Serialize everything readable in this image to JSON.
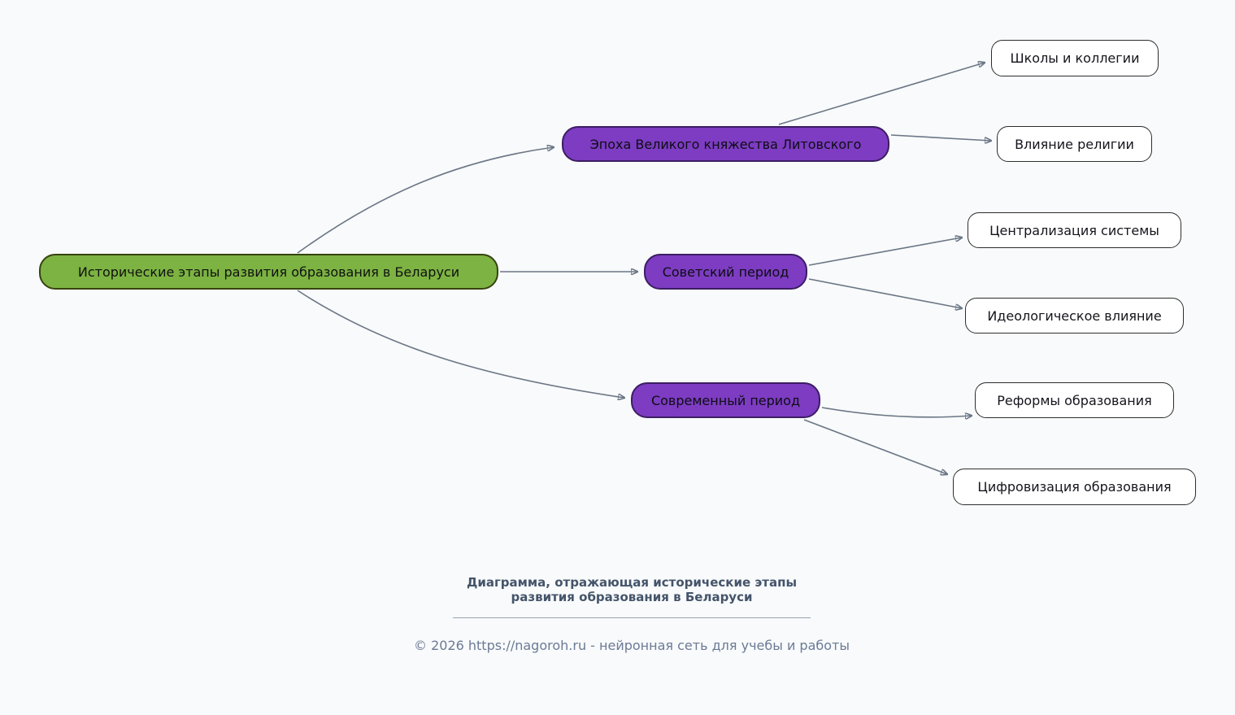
{
  "diagram": {
    "root": {
      "label": "Исторические этапы развития образования в Беларуси"
    },
    "branches": [
      {
        "label": "Эпоха Великого княжества Литовского",
        "children": [
          {
            "label": "Школы и коллегии"
          },
          {
            "label": "Влияние религии"
          }
        ]
      },
      {
        "label": "Советский период",
        "children": [
          {
            "label": "Централизация системы"
          },
          {
            "label": "Идеологическое влияние"
          }
        ]
      },
      {
        "label": "Современный период",
        "children": [
          {
            "label": "Реформы образования"
          },
          {
            "label": "Цифровизация образования"
          }
        ]
      }
    ]
  },
  "footer": {
    "caption_line1": "Диаграмма, отражающая исторические этапы",
    "caption_line2": "развития образования в Беларуси",
    "copyright": "© 2026 https://nagoroh.ru - нейронная сеть для учебы и работы"
  },
  "colors": {
    "bg": "#f8fafb",
    "edge": "#6b7685",
    "root_fill": "#7cb342",
    "root_stroke": "#37430f",
    "branch_fill": "#7d3cc2",
    "branch_stroke": "#3c1d63",
    "leaf_fill": "#ffffff",
    "leaf_stroke": "#2d2d2d",
    "caption": "#44546a",
    "copyright": "#6c7a96"
  }
}
